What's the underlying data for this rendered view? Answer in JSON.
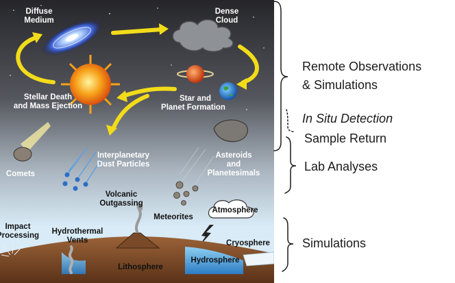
{
  "diagram": {
    "labels": {
      "diffuse_medium": [
        "Diffuse",
        "Medium"
      ],
      "dense_cloud": [
        "Dense",
        "Cloud"
      ],
      "stellar_death": [
        "Stellar Death",
        "and Mass Ejection"
      ],
      "star_planet": [
        "Star and",
        "Planet Formation"
      ],
      "comets": "Comets",
      "interplanetary_dust": [
        "Interplanetary",
        "Dust Particles"
      ],
      "asteroids": [
        "Asteroids",
        "and",
        "Planetesimals"
      ],
      "volcanic": [
        "Volcanic",
        "Outgassing"
      ],
      "meteorites": "Meteorites",
      "atmosphere": "Atmosphere",
      "impact": [
        "Impact",
        "Processing"
      ],
      "hydrothermal": [
        "Hydrothermal",
        "Vents"
      ],
      "cryosphere": "Cryosphere",
      "hydrosphere": "Hydrosphere",
      "lithosphere": "Lithosphere"
    }
  },
  "side_labels": {
    "remote_line1": "Remote Observations",
    "remote_line2": "& Simulations",
    "in_situ": "In Situ Detection",
    "sample_return": "Sample Return",
    "lab_analyses": "Lab Analyses",
    "simulations": "Simulations"
  },
  "colors": {
    "arrow": "#f2dc1a",
    "sky_top": "#2a2a2e",
    "sky_bottom": "#cfe6f4",
    "ground": "#7a4a2a",
    "water": "#3a8fd0"
  }
}
